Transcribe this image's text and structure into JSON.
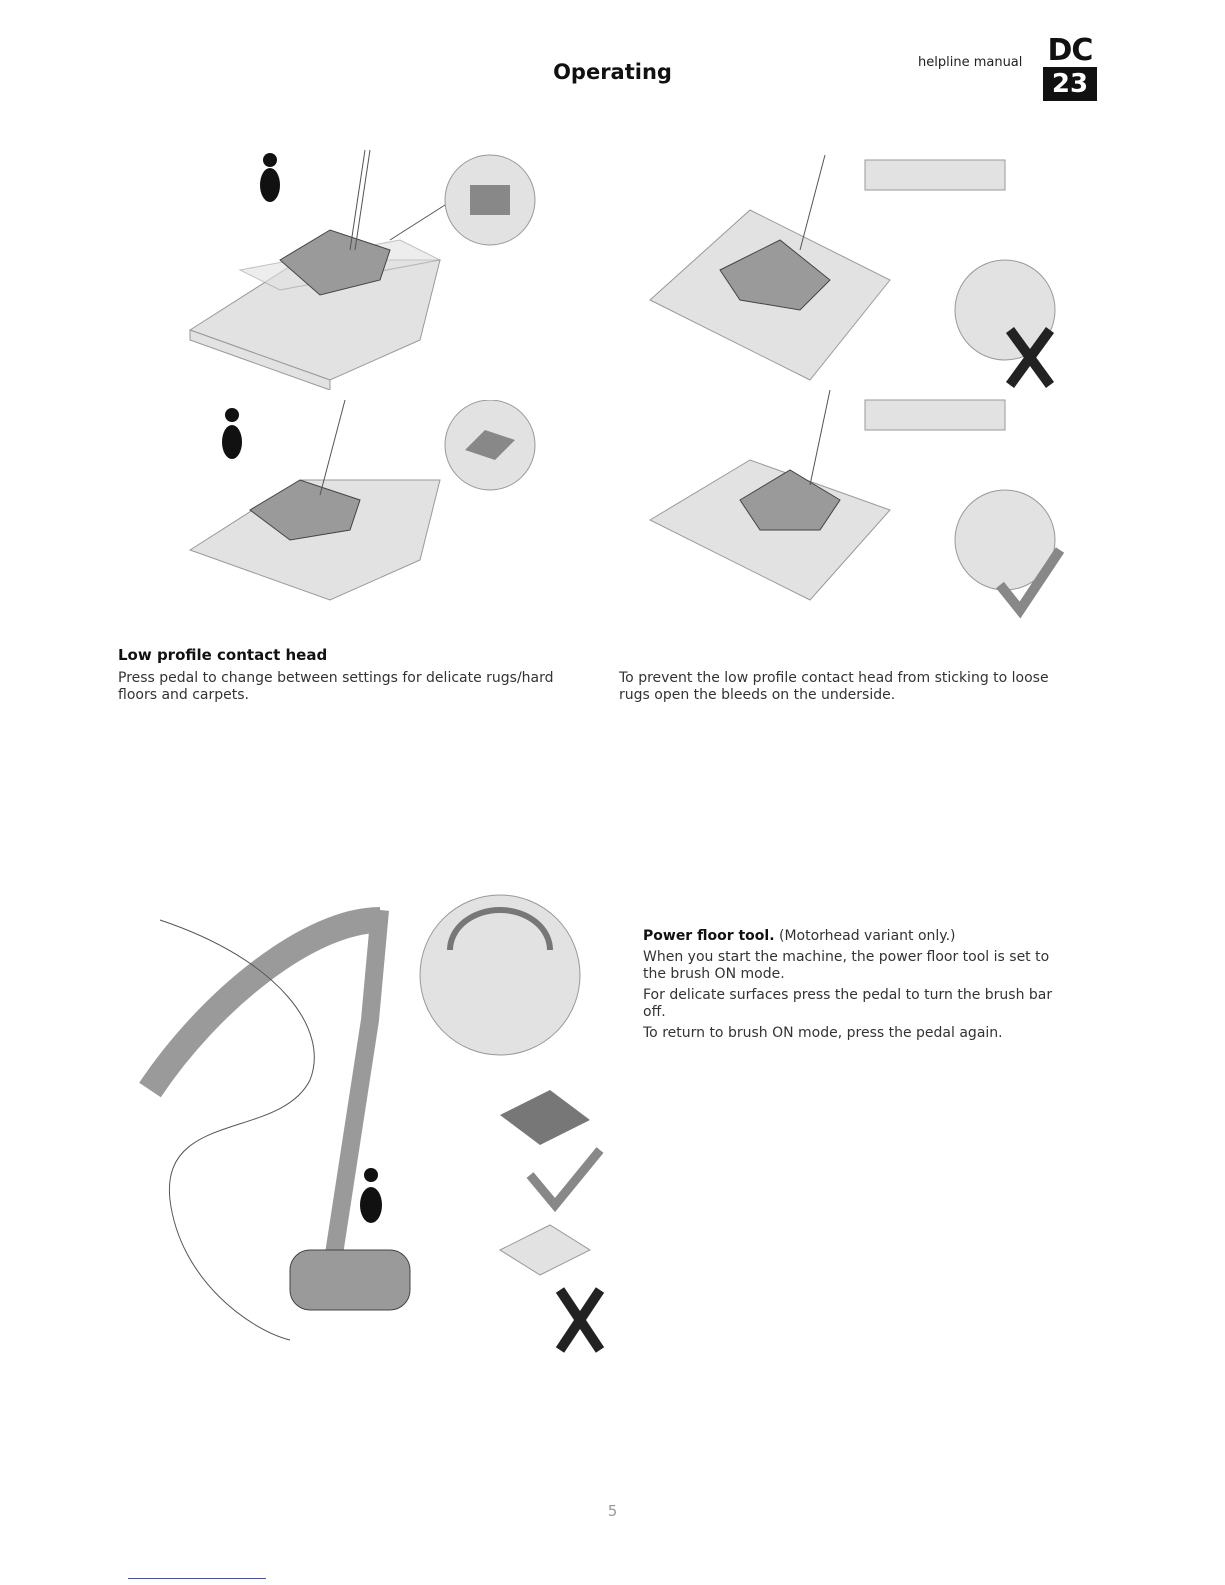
{
  "header": {
    "title": "Operating",
    "helpline": "helpline manual",
    "logo_top": "DC",
    "logo_bottom": "23"
  },
  "section1": {
    "heading": "Low profile contact head",
    "left_text": "Press pedal to change between settings for delicate rugs/hard floors and carpets.",
    "right_text": "To prevent the low profile contact head from sticking to loose rugs open the bleeds on the underside."
  },
  "section2": {
    "heading": "Power floor tool.",
    "heading_note": "(Motorhead variant only.)",
    "lines": [
      "When you start the machine, the power floor tool is set to the brush ON mode.",
      "For delicate surfaces press the pedal to turn the brush bar off.",
      "To return to brush ON mode, press the pedal again."
    ]
  },
  "footer": {
    "page_number": "5"
  },
  "icons": [
    "foot-pedal-icon",
    "carpet-icon",
    "hard-floor-icon",
    "check-mark-icon",
    "cross-mark-icon",
    "rotate-arrow-icon"
  ]
}
